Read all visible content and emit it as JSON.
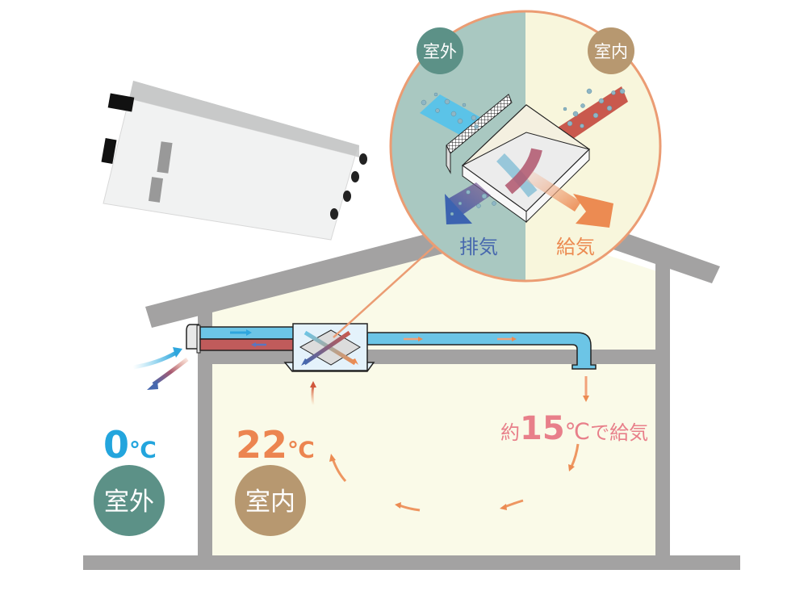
{
  "colors": {
    "wall": "#a3a2a2",
    "interior": "#fafae8",
    "outdoor_panel": "#a9c8c1",
    "indoor_panel": "#f8f6dc",
    "circle_border": "#eb9c73",
    "outdoor_badge": "#5c9187",
    "indoor_badge": "#b79870",
    "cold": "#5bc3e8",
    "warm": "#c05b5b",
    "exhaust": "#4768ae",
    "supply": "#ec8b52",
    "supply_text": "#e87f8a",
    "outdoor_temp": "#23a5dd",
    "indoor_temp": "#ec8550"
  },
  "detail_circle": {
    "outdoor_badge": "室外",
    "indoor_badge": "室内",
    "exhaust_label": "排気",
    "supply_label": "給気"
  },
  "outdoor": {
    "temperature": "0",
    "unit": "℃",
    "badge": "室外"
  },
  "indoor": {
    "temperature": "22",
    "unit": "℃",
    "badge": "室内"
  },
  "supply_note": {
    "prefix": "約",
    "temperature": "15",
    "unit": "℃",
    "suffix": "で給気"
  }
}
